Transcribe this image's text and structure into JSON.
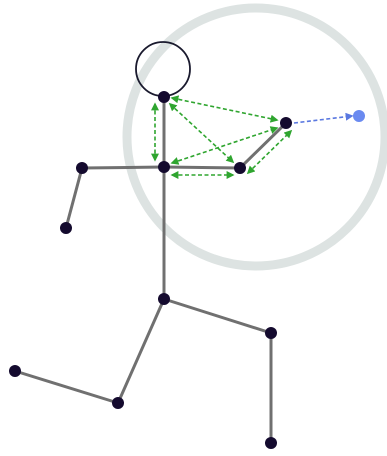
{
  "colors": {
    "background": "#ffffff",
    "reach_circle": "#dde3e2",
    "bone": "#707070",
    "head_outline": "#1a1a2e",
    "joint": "#140a2e",
    "constraint_arrow": "#2fa52f",
    "target_arrow": "#5a78e0",
    "target_point": "#6a8af0"
  },
  "joints": [
    {
      "id": "neck"
    },
    {
      "id": "chest"
    },
    {
      "id": "left-shoulder"
    },
    {
      "id": "left-hand"
    },
    {
      "id": "right-elbow"
    },
    {
      "id": "right-hand"
    },
    {
      "id": "hip"
    },
    {
      "id": "left-knee"
    },
    {
      "id": "left-foot"
    },
    {
      "id": "right-knee"
    },
    {
      "id": "right-foot"
    }
  ],
  "target": {
    "id": "ik-target"
  }
}
